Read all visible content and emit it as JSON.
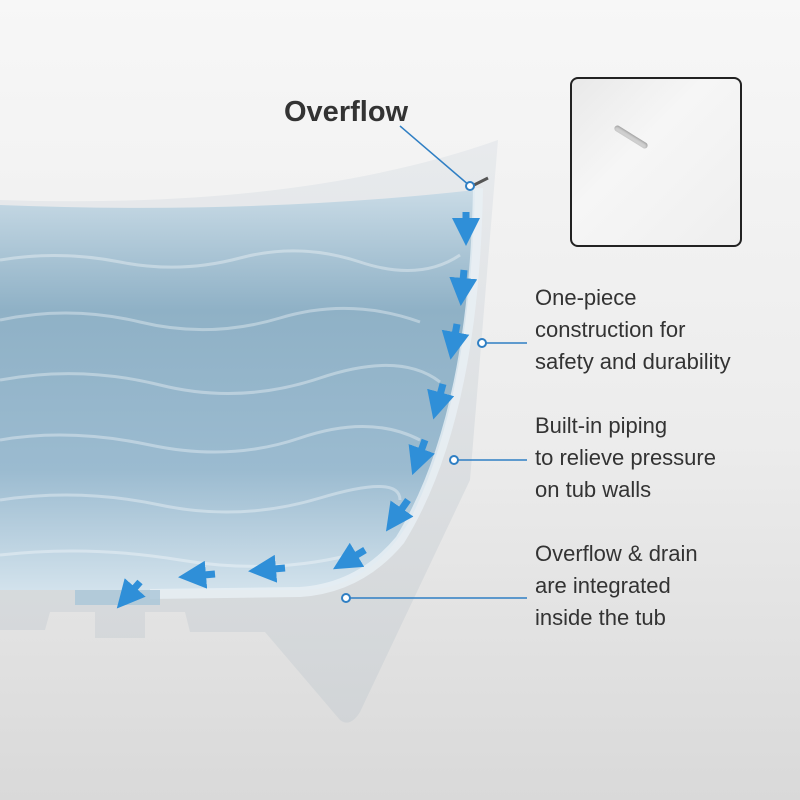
{
  "title": "Overflow",
  "labels": [
    "One-piece\nconstruction for\nsafety and durability",
    "Built-in piping\nto relieve pressure\non tub walls",
    "Overflow & drain\nare integrated\ninside the tub"
  ],
  "colors": {
    "arrow": "#2f8fd8",
    "water": "#8fb3c8",
    "callout": "#2f7fc4"
  }
}
